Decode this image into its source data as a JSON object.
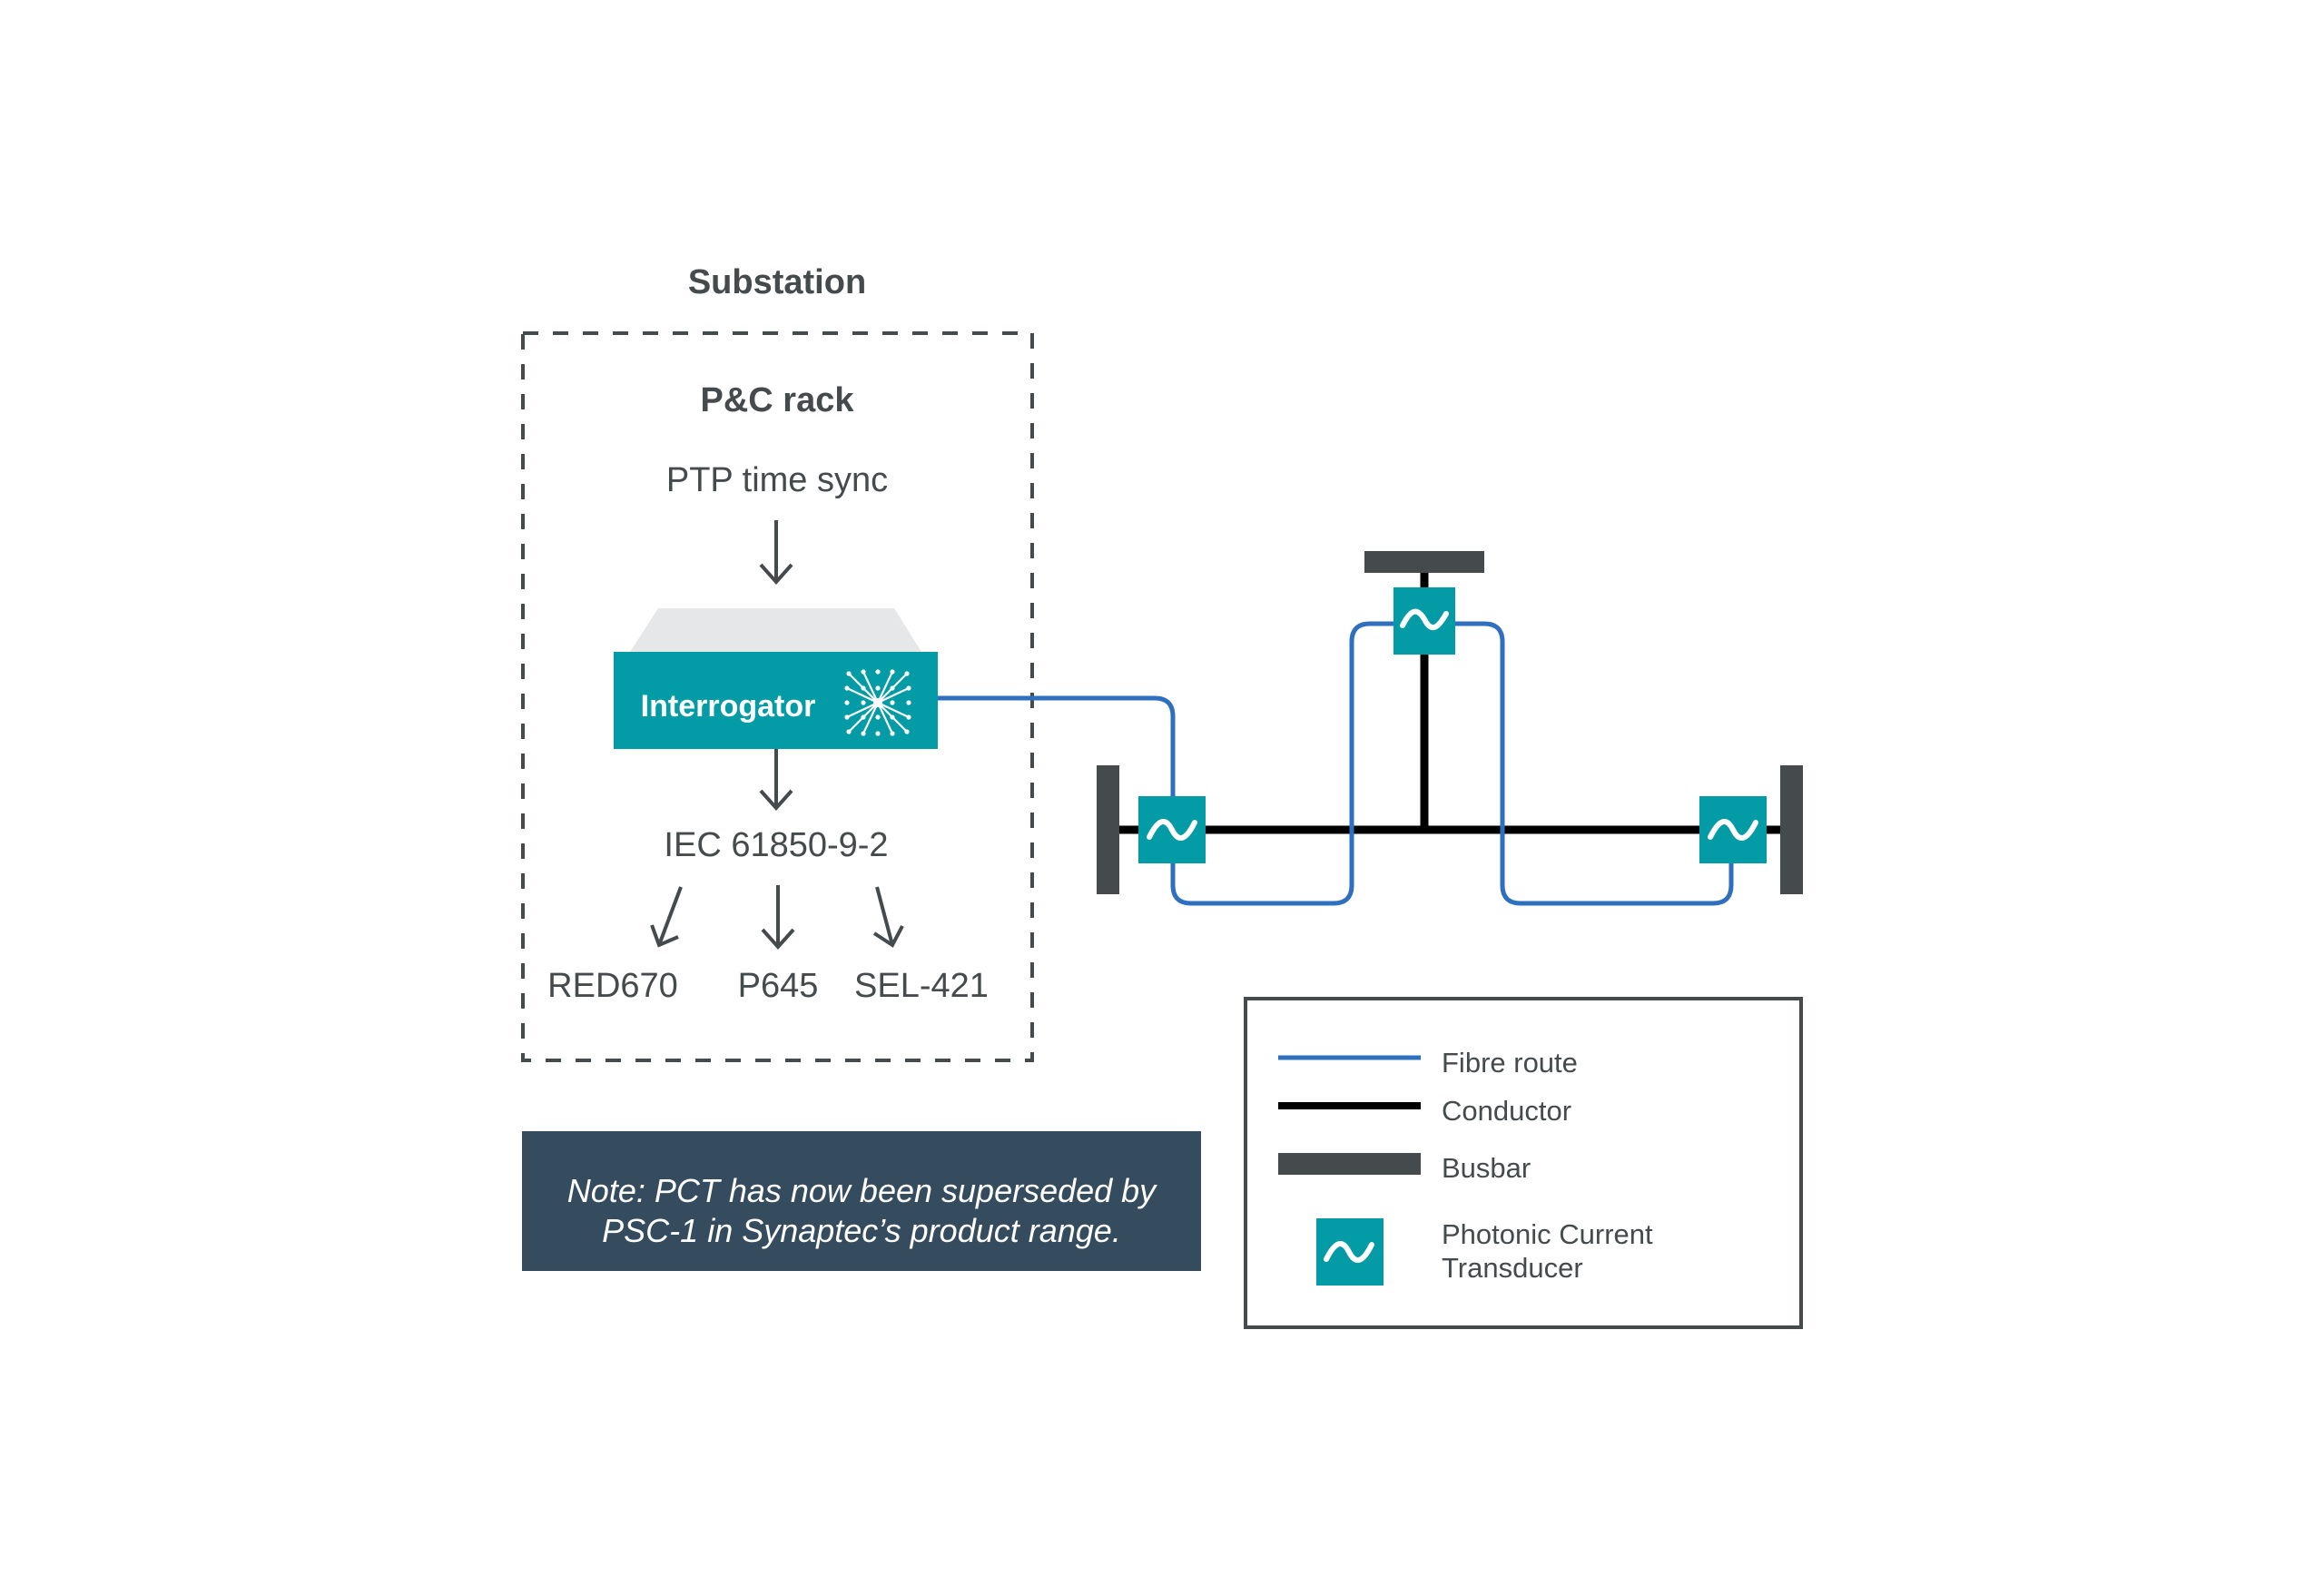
{
  "title": "Substation",
  "rack": {
    "title": "P&C rack",
    "time_sync": "PTP time sync",
    "device": {
      "label": "Interrogator",
      "icon": "starburst-icon"
    },
    "protocol": "IEC 61850-9-2",
    "relays": [
      "RED670",
      "P645",
      "SEL-421"
    ]
  },
  "network": {
    "transducers": [
      {
        "position": "left",
        "icon": "sine-wave-icon"
      },
      {
        "position": "top",
        "icon": "sine-wave-icon"
      },
      {
        "position": "right",
        "icon": "sine-wave-icon"
      }
    ],
    "busbars": [
      "left",
      "top",
      "right"
    ]
  },
  "note": {
    "line1": "Note: PCT has now been superseded by",
    "line2": "PSC-1 in Synaptec’s product range."
  },
  "legend": {
    "items": [
      {
        "key": "fibre",
        "label": "Fibre route"
      },
      {
        "key": "conductor",
        "label": "Conductor"
      },
      {
        "key": "busbar",
        "label": "Busbar"
      },
      {
        "key": "pct",
        "label_line1": "Photonic Current",
        "label_line2": "Transducer"
      }
    ]
  },
  "colors": {
    "teal": "#029ba6",
    "fibre_blue": "#2f6fbf",
    "busbar_gray": "#454a4d",
    "note_bg": "#354b5e",
    "text": "#454a4d"
  }
}
